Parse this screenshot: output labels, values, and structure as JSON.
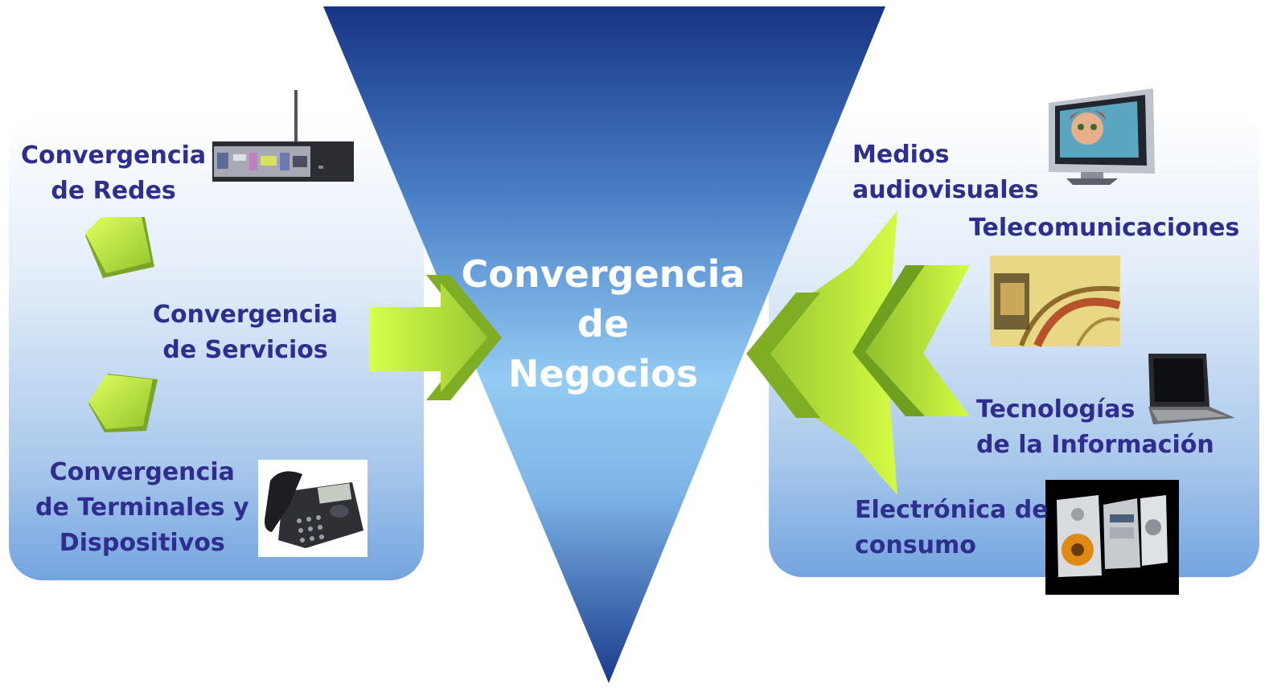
{
  "center": {
    "line1": "Convergencia",
    "line2": "de",
    "line3": "Negocios"
  },
  "left": {
    "redes": {
      "line1": "Convergencia",
      "line2": "de Redes"
    },
    "servicios": {
      "line1": "Convergencia",
      "line2": "de Servicios"
    },
    "terminales": {
      "line1": "Convergencia",
      "line2": "de Terminales y",
      "line3": "Dispositivos"
    }
  },
  "right": {
    "medios": {
      "line1": "Medios",
      "line2": "audiovisuales"
    },
    "telecom": {
      "line1": "Telecomunicaciones"
    },
    "ti": {
      "line1": "Tecnologías",
      "line2": "de la Información"
    },
    "electronica": {
      "line1": "Electrónica de",
      "line2": "consumo"
    }
  },
  "colors": {
    "label_text": "#2f2e8e",
    "center_text": "#ffffff",
    "triangle_top": "#1b3a8a",
    "triangle_mid": "#8ec6f2",
    "arrow_light": "#c8f54a",
    "arrow_dark": "#7aab20"
  },
  "icons": [
    "router-icon",
    "phone-icon",
    "television-icon",
    "cable-icon",
    "laptop-icon",
    "stereo-icon"
  ]
}
